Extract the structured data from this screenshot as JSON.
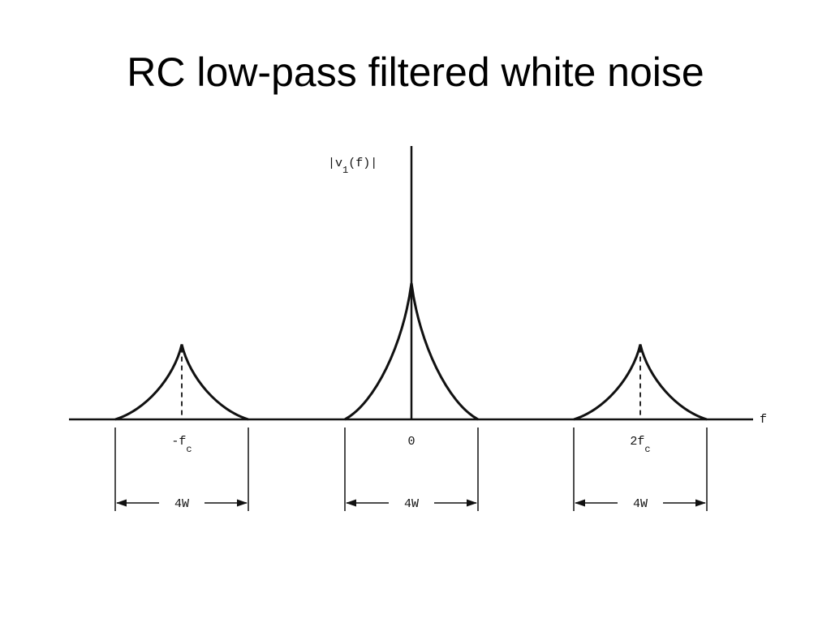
{
  "slide": {
    "title": "RC low-pass filtered white noise"
  },
  "diagram": {
    "y_axis_label": "|v",
    "y_axis_label_sub": "1",
    "y_axis_label_tail": "(f)|",
    "x_axis_label": "f",
    "lobes": [
      {
        "center_label": "-f",
        "center_label_sub": "c",
        "width_label": "4W",
        "relative_peak": 0.55
      },
      {
        "center_label": "0",
        "center_label_sub": "",
        "width_label": "4W",
        "relative_peak": 1.0
      },
      {
        "center_label": "2f",
        "center_label_sub": "c",
        "width_label": "4W",
        "relative_peak": 0.55
      }
    ],
    "colors": {
      "ink": "#111111",
      "background": "#ffffff"
    }
  }
}
